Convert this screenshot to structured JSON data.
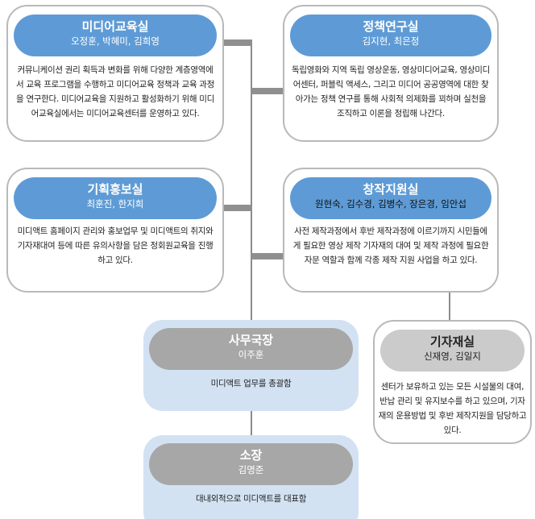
{
  "departments": [
    {
      "title": "미디어교육실",
      "members": "오정훈, 박혜미, 김희영",
      "desc": "커뮤니케이션 권리 획득과 변화를 위해 다양한 계층영역에서 교육 프로그램을 수행하고 미디어교육 정책과 교육 과정을 연구한다. 미디어교육을 지원하고 활성화하기 위해 미디어교육실에서는 미디어교육센터를 운영하고 있다."
    },
    {
      "title": "정책연구실",
      "members": "김지현, 최은정",
      "desc": "독립영화와 지역 독립 영상운동, 영상미디어교육, 영상미디어센터, 퍼블릭 액세스, 그리고 미디어 공공영역에 대한 찾아가는 정책 연구를 통해 사회적 의제화를 꾀하며 실천을 조직하고 이론을 정립해 나간다."
    },
    {
      "title": "기획홍보실",
      "members": "최훈진, 한지희",
      "desc": "미디액트 홈페이지 관리와 홍보업무 및 미디액트의 취지와 기자재대여 등에 따른 유의사항을 담은 정회원교육을 진행하고 있다."
    },
    {
      "title": "창작지원실",
      "members": "원현숙, 김수경, 김병수, 장은경, 임안섭",
      "desc": "사전 제작과정에서 후반 제작과정에 이르기까지 시민들에게 필요한 영상 제작 기자재의 대여 및 제작 과정에 필요한 자문 역할과 함께 각종 제작 지원 사업을 하고 있다."
    },
    {
      "title": "사무국장",
      "members": "이주훈",
      "desc": "미디액트 업무를 총괄함"
    },
    {
      "title": "기자재실",
      "members": "신재영, 김일지",
      "desc": "센터가 보유하고 있는 모든 시설물의 대여, 반납 관리 및 유지보수를 하고 있으며, 기자재의 운용방법 및 후반 제작지원을 담당하고 있다."
    },
    {
      "title": "소장",
      "members": "김명준",
      "desc": "대내외적으로 미디액트를 대표함"
    }
  ],
  "colors": {
    "dept_header": "#5e9bd6",
    "exec_header": "#a7a7a7",
    "equip_header": "#cbcbcb",
    "exec_bg": "#d3e2f3"
  }
}
